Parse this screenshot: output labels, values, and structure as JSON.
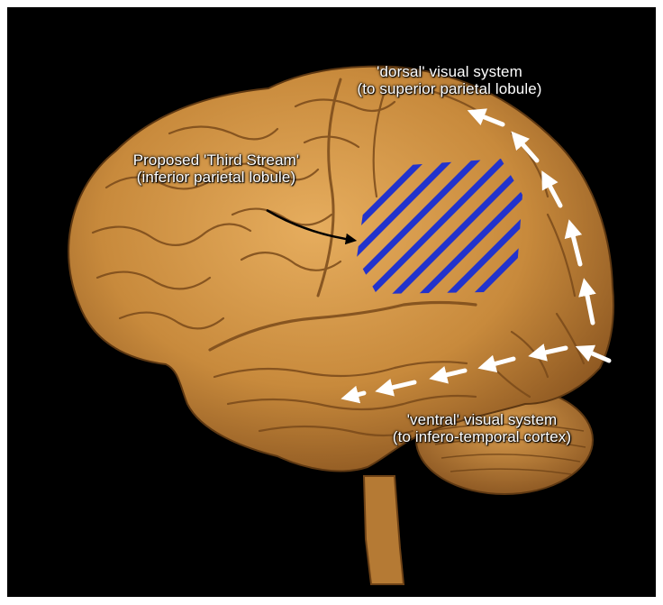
{
  "labels": {
    "dorsal": {
      "line1": "'dorsal' visual system",
      "line2": "(to superior parietal lobule)"
    },
    "third_stream": {
      "line1": "Proposed 'Third Stream'",
      "line2": "(inferior parietal lobule)"
    },
    "ventral": {
      "line1": "'ventral' visual system",
      "line2": "(to infero-temporal cortex)"
    }
  },
  "colors": {
    "background": "#000000",
    "border": "#ffffff",
    "brain": "#c88a3c",
    "brain_light": "#e0a85a",
    "brain_dark": "#8a5520",
    "hatch": "#2233cc",
    "arrow": "#ffffff",
    "pointer_arrow": "#000000"
  },
  "icons": {
    "brain": "brain-illustration",
    "dorsal_arrows": "dashed-arrow-up",
    "ventral_arrows": "dashed-arrow-left",
    "pointer": "curved-arrow-right"
  }
}
